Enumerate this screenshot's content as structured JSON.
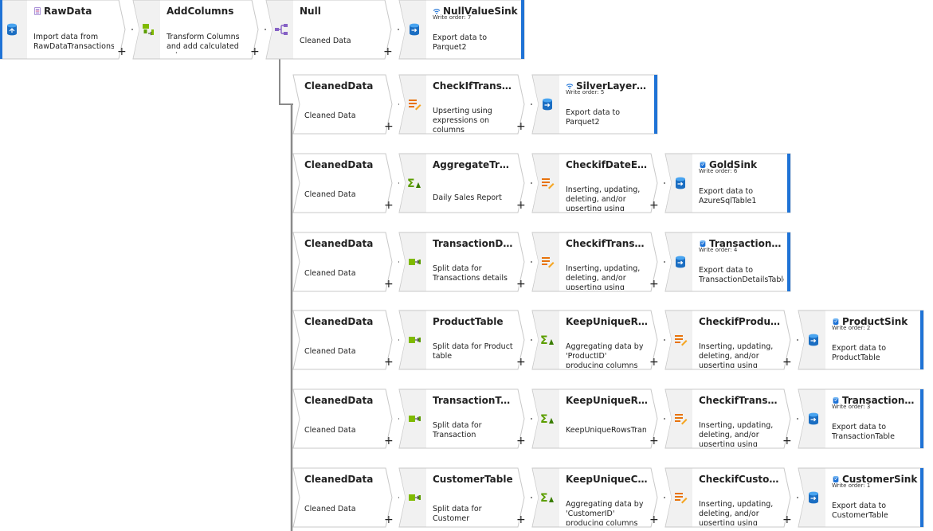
{
  "colors": {
    "sink_accent": "#1f73d6",
    "connector": "#8a8a8a",
    "node_border": "#c8c8c8",
    "icon_bg": "#f1f1f1"
  },
  "plus_symbol": "+",
  "rows": [
    [
      {
        "kind": "source",
        "icon": "source-cylinder-icon",
        "title_icon": "parquet-file-icon",
        "title": "RawData",
        "desc": "Import data from RawDataTransactions"
      },
      {
        "kind": "transform",
        "icon": "derived-column-icon",
        "title": "AddColumns",
        "desc": "Transform Columns and add calculated columns"
      },
      {
        "kind": "transform",
        "icon": "new-branch-icon",
        "title": "Null",
        "desc": "Cleaned Data"
      },
      {
        "kind": "sink",
        "icon": "sink-cylinder-icon",
        "title_icon": "wifi-dataset-icon",
        "title": "NullValueSink",
        "order": "Write order: 7",
        "desc": "Export data to Parquet2"
      }
    ],
    [
      {
        "kind": "branch",
        "title": "CleanedData",
        "desc": "Cleaned Data"
      },
      {
        "kind": "transform",
        "icon": "alter-row-icon",
        "title": "CheckIfTransactio...",
        "desc": "Upserting using expressions on columns 'TransactionID'"
      },
      {
        "kind": "sink",
        "icon": "sink-cylinder-icon",
        "title_icon": "wifi-dataset-icon",
        "title": "SilverLayerSink",
        "order": "Write order: 5",
        "desc": "Export data to Parquet2"
      }
    ],
    [
      {
        "kind": "branch",
        "title": "CleanedData",
        "desc": "Cleaned Data"
      },
      {
        "kind": "transform",
        "icon": "aggregate-icon",
        "title": "AggregateTransac...",
        "desc": "Daily Sales Report"
      },
      {
        "kind": "transform",
        "icon": "alter-row-icon",
        "title": "CheckifDateExists",
        "desc": "Inserting, updating, deleting, and/or upserting using"
      },
      {
        "kind": "sink",
        "icon": "sink-cylinder-icon",
        "title_icon": "sql-database-icon",
        "title": "GoldSink",
        "order": "Write order: 6",
        "desc": "Export data to AzureSqlTable1"
      }
    ],
    [
      {
        "kind": "branch",
        "title": "CleanedData",
        "desc": "Cleaned Data"
      },
      {
        "kind": "transform",
        "icon": "select-icon",
        "title": "TransactionDetail...",
        "desc": "Split data for Transactions details"
      },
      {
        "kind": "transform",
        "icon": "alter-row-icon",
        "title": "CheckifTransactio...",
        "desc": "Inserting, updating, deleting, and/or upserting using"
      },
      {
        "kind": "sink",
        "icon": "sink-cylinder-icon",
        "title_icon": "sql-database-icon",
        "title": "TransactionDet...",
        "order": "Write order: 4",
        "desc": "Export data to TransactionDetailsTable"
      }
    ],
    [
      {
        "kind": "branch",
        "title": "CleanedData",
        "desc": "Cleaned Data"
      },
      {
        "kind": "transform",
        "icon": "select-icon",
        "title": "ProductTable",
        "desc": "Split data for Product table"
      },
      {
        "kind": "transform",
        "icon": "aggregate-icon",
        "title": "KeepUniqueRows",
        "desc": "Aggregating data by 'ProductID' producing columns"
      },
      {
        "kind": "transform",
        "icon": "alter-row-icon",
        "title": "CheckifProductExi...",
        "desc": "Inserting, updating, deleting, and/or upserting using"
      },
      {
        "kind": "sink",
        "icon": "sink-cylinder-icon",
        "title_icon": "sql-database-icon",
        "title": "ProductSink",
        "order": "Write order: 2",
        "desc": "Export data to ProductTable"
      }
    ],
    [
      {
        "kind": "branch",
        "title": "CleanedData",
        "desc": "Cleaned Data"
      },
      {
        "kind": "transform",
        "icon": "select-icon",
        "title": "TransactionTable",
        "desc": "Split data for Transaction"
      },
      {
        "kind": "transform",
        "icon": "aggregate-icon",
        "title": "KeepUniqueRows...",
        "desc": "KeepUniqueRowsTransaction"
      },
      {
        "kind": "transform",
        "icon": "alter-row-icon",
        "title": "CheckifTransactio...",
        "desc": "Inserting, updating, deleting, and/or upserting using"
      },
      {
        "kind": "sink",
        "icon": "sink-cylinder-icon",
        "title_icon": "sql-database-icon",
        "title": "TransactionSink",
        "order": "Write order: 3",
        "desc": "Export data to TransactionTable"
      }
    ],
    [
      {
        "kind": "branch",
        "title": "CleanedData",
        "desc": "Cleaned Data"
      },
      {
        "kind": "transform",
        "icon": "select-icon",
        "title": "CustomerTable",
        "desc": "Split data for Customer"
      },
      {
        "kind": "transform",
        "icon": "aggregate-icon",
        "title": "KeepUniqueCusto...",
        "desc": "Aggregating data by 'CustomerID' producing columns"
      },
      {
        "kind": "transform",
        "icon": "alter-row-icon",
        "title": "CheckifCustomer...",
        "desc": "Inserting, updating, deleting, and/or upserting using"
      },
      {
        "kind": "sink",
        "icon": "sink-cylinder-icon",
        "title_icon": "sql-database-icon",
        "title": "CustomerSink",
        "order": "Write order: 1",
        "desc": "Export data to CustomerTable"
      }
    ]
  ]
}
